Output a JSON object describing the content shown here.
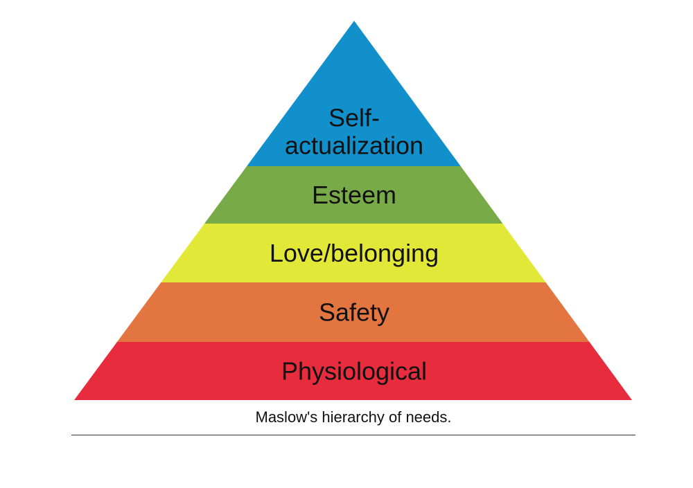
{
  "diagram": {
    "type": "pyramid",
    "tiers": [
      {
        "lines": [
          "Self-",
          "actualization"
        ],
        "color": "#1190cb"
      },
      {
        "lines": [
          "Esteem"
        ],
        "color": "#78aa48"
      },
      {
        "lines": [
          "Love/belonging"
        ],
        "color": "#e2e837"
      },
      {
        "lines": [
          "Safety"
        ],
        "color": "#e37541"
      },
      {
        "lines": [
          "Physiological"
        ],
        "color": "#e72c3d"
      }
    ]
  },
  "caption": "Maslow's hierarchy of needs."
}
